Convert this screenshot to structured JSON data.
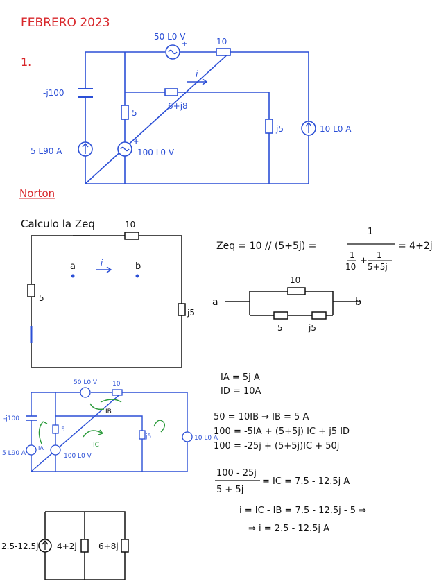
{
  "header": {
    "title": "FEBRERO 2023",
    "problem_number": "1."
  },
  "circuit1": {
    "top_source": "50 L0 V",
    "top_resistor": "10",
    "capacitor": "-j100",
    "left_resistor": "5",
    "branch_impedance": "6+j8",
    "branch_current": "i",
    "right_impedance": "j5",
    "left_current_source": "5 L90 A",
    "mid_voltage_source": "100 L0 V",
    "right_current_source": "10 L0 A"
  },
  "norton": {
    "heading": "Norton",
    "calc_label": "Calculo la Zeq",
    "top_resistor": "10",
    "left_resistor": "5",
    "right_impedance": "j5",
    "node_a": "a",
    "node_b": "b",
    "current": "i"
  },
  "zeq_equation": {
    "lhs": "Zeq = 10 // (5+5j) =",
    "numerator": "1",
    "denom_part1_num": "1",
    "denom_part1_den": "10",
    "plus": "+",
    "denom_part2_num": "1",
    "denom_part2_den": "5+5j",
    "result": "= 4+2j"
  },
  "equiv_network": {
    "node_a": "a",
    "node_b": "b",
    "top_resistor": "10",
    "bottom_resistor": "5",
    "bottom_impedance": "j5"
  },
  "circuit2": {
    "top_source": "50 L0 V",
    "top_resistor": "10",
    "capacitor": "-j100",
    "left_resistor": "5",
    "right_impedance": "j5",
    "left_current_source": "5 L90 A",
    "mid_voltage_source": "100 L0 V",
    "right_current_source": "10 L0 A",
    "loop_IB": "IB",
    "loop_IC": "IC",
    "loop_IA": "IA"
  },
  "equations": {
    "IA": "IA = 5j A",
    "ID": "ID = 10A",
    "eq1": "50 = 10IB → IB = 5 A",
    "eq2": "100 = -5IA + (5+5j) IC + j5 ID",
    "eq3": "100 = -25j + (5+5j)IC + 50j",
    "frac_num": "100 - 25j",
    "frac_den": "5 + 5j",
    "frac_result": "= IC = 7.5 - 12.5j A",
    "i_line1": "i = IC - IB = 7.5 - 12.5j - 5 ⇒",
    "i_line2": "⇒ i = 2.5 - 12.5j A"
  },
  "norton_equiv": {
    "source": "2.5-12.5j",
    "z1": "4+2j",
    "z2": "6+8j"
  }
}
